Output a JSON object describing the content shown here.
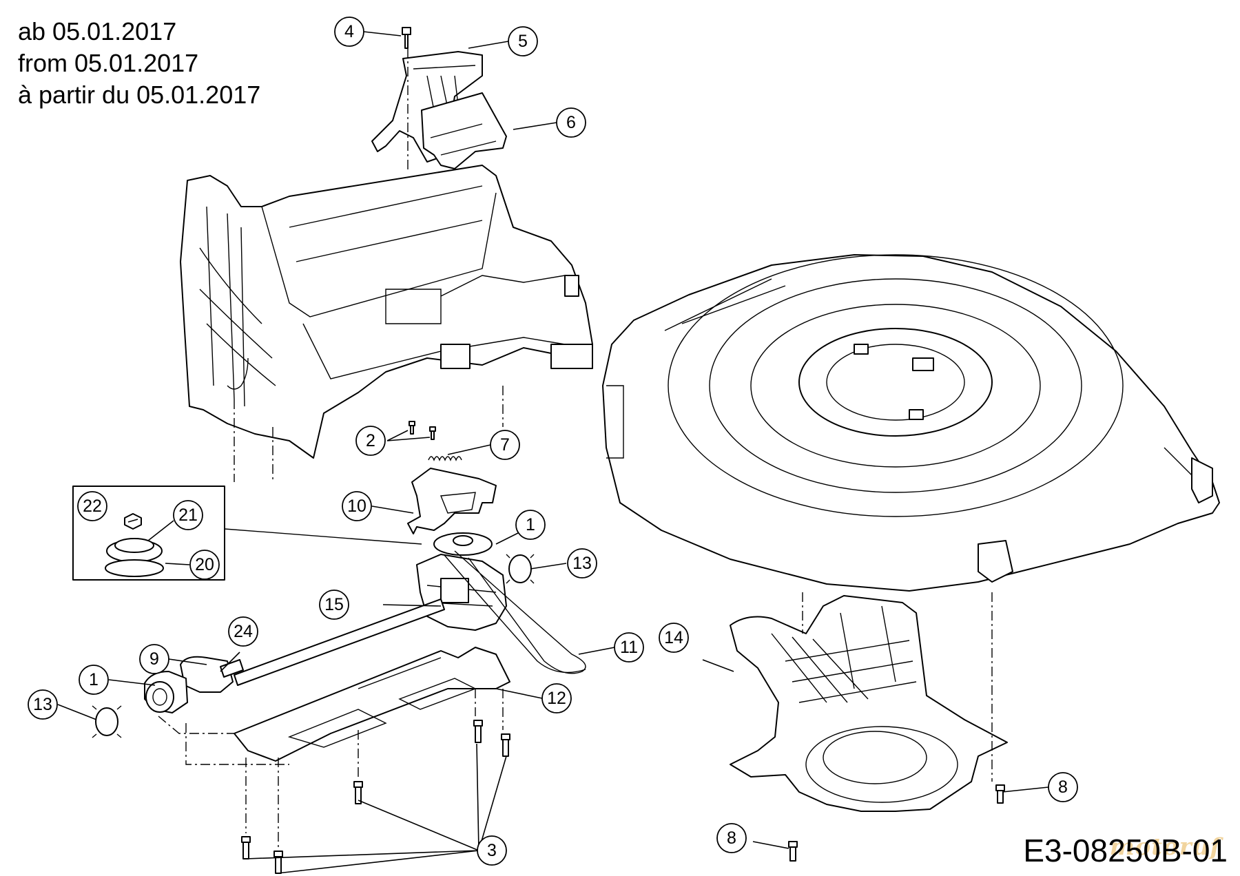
{
  "header": {
    "lines": [
      "ab 05.01.2017",
      "from 05.01.2017",
      "à partir du 05.01.2017"
    ]
  },
  "callouts": [
    {
      "id": "c4",
      "label": "4"
    },
    {
      "id": "c5",
      "label": "5"
    },
    {
      "id": "c6",
      "label": "6"
    },
    {
      "id": "c2",
      "label": "2"
    },
    {
      "id": "c7",
      "label": "7"
    },
    {
      "id": "c10",
      "label": "10"
    },
    {
      "id": "c1a",
      "label": "1"
    },
    {
      "id": "c13a",
      "label": "13"
    },
    {
      "id": "c22",
      "label": "22"
    },
    {
      "id": "c21",
      "label": "21"
    },
    {
      "id": "c20",
      "label": "20"
    },
    {
      "id": "c15",
      "label": "15"
    },
    {
      "id": "c24",
      "label": "24"
    },
    {
      "id": "c9",
      "label": "9"
    },
    {
      "id": "c1b",
      "label": "1"
    },
    {
      "id": "c13b",
      "label": "13"
    },
    {
      "id": "c11",
      "label": "11"
    },
    {
      "id": "c12",
      "label": "12"
    },
    {
      "id": "c14",
      "label": "14"
    },
    {
      "id": "c8a",
      "label": "8"
    },
    {
      "id": "c8b",
      "label": "8"
    },
    {
      "id": "c3",
      "label": "3"
    }
  ],
  "footer": {
    "drawing_code": "E3-08250B-01",
    "watermark": "motoruf"
  }
}
